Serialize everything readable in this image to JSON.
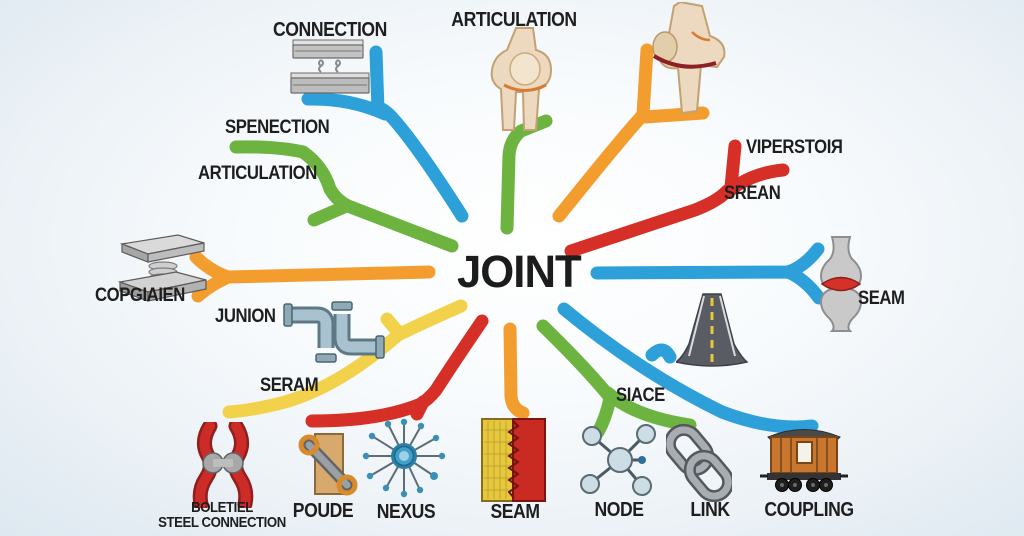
{
  "center": {
    "label": "JOINT"
  },
  "colors": {
    "blue": "#2d9fd9",
    "green": "#6cb340",
    "orange": "#f39d2e",
    "red": "#d62f27",
    "yellow": "#f2d24b",
    "text": "#1e1e1e",
    "background_edge": "#dde8f0",
    "background_center": "#ffffff"
  },
  "labels": {
    "connection": "CONNECTION",
    "articulation_top": "ARTICULATION",
    "spenection": "SPENECTION",
    "articulation_left": "ARTICULATION",
    "viperstoir": "VIPERSTOIЯ",
    "srean": "SREAN",
    "copgiaien": "COPGIAIEN",
    "junion": "JUNION",
    "seam_right": "SEAM",
    "seram": "SERAM",
    "siace": "SIACE",
    "boletiel_line1": "BOLETIEL",
    "boletiel_line2": "STEEL CONNECTION",
    "poude": "POUDE",
    "nexus": "NEXUS",
    "seam_bottom": "SEAM",
    "node": "NODE",
    "link": "LINK",
    "coupling": "COUPLING"
  },
  "icons": {
    "connection": "bolted-plates-icon",
    "articulation_top": "knee-joint-front-icon",
    "knee_anatomy": "knee-joint-side-icon",
    "copgiaien": "spring-clamp-icon",
    "junion": "pipe-junction-icon",
    "seam_right": "bone-joint-icon",
    "siace": "road-icon",
    "boletiel": "red-bone-joint-icon",
    "poude": "wood-bracket-icon",
    "nexus": "network-hub-icon",
    "seam_bottom": "stitched-fabric-icon",
    "node": "molecule-node-icon",
    "link": "chain-links-icon",
    "coupling": "train-car-icon"
  },
  "mindmap": {
    "center": "JOINT",
    "branches": [
      {
        "label": "CONNECTION",
        "color": "blue",
        "direction": "top-left"
      },
      {
        "label": "ARTICULATION",
        "color": "green",
        "direction": "top"
      },
      {
        "label": "",
        "color": "orange",
        "direction": "top-right",
        "icon": "knee-joint-side-icon"
      },
      {
        "label": "VIPERSTOIЯ / SREAN",
        "color": "red",
        "direction": "upper-right"
      },
      {
        "label": "SEAM",
        "color": "blue",
        "direction": "right"
      },
      {
        "label": "SIACE / NODE / LINK",
        "color": "green",
        "direction": "lower-right"
      },
      {
        "label": "COUPLING",
        "color": "blue",
        "direction": "bottom-right"
      },
      {
        "label": "SEAM",
        "color": "orange",
        "direction": "bottom"
      },
      {
        "label": "NEXUS / POUDE",
        "color": "red",
        "direction": "bottom-left"
      },
      {
        "label": "SERAM",
        "color": "yellow",
        "direction": "lower-left"
      },
      {
        "label": "COPGIAIEN",
        "color": "orange",
        "direction": "left"
      },
      {
        "label": "SPENECTION / ARTICULATION",
        "color": "green",
        "direction": "upper-left"
      }
    ]
  }
}
